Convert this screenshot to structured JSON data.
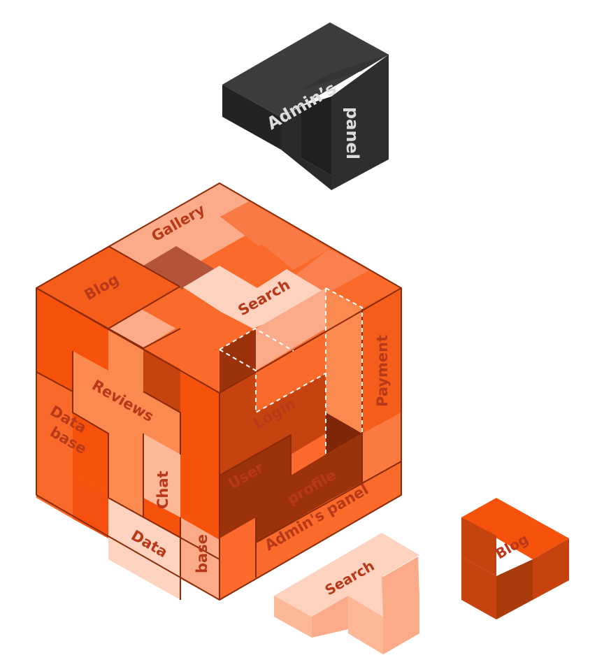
{
  "labels": {
    "admins_top": "Admin’s",
    "panel_vertical": "panel",
    "gallery": "Gallery",
    "blog": "Blog",
    "search": "Search",
    "payment": "Payment",
    "reviews": "Reviews",
    "data_left": "Data",
    "base_left": "base",
    "chat": "Chat",
    "data_bottom": "Data",
    "base_bottom": "base",
    "login": "Login",
    "user": "User",
    "profile": "profile",
    "admins_panel": "Admin's panel",
    "search_piece": "Search",
    "blog_piece": "Blog"
  },
  "colors": {
    "orange": "#f7520c",
    "orange_mid": "#fa6a2a",
    "orange_light": "#fb8a50",
    "peach": "#fbab89",
    "peach_light": "#fdd3c0",
    "rust": "#c6420f",
    "rust_dark": "#9b3209",
    "brown": "#7e2607",
    "dark_top": "#3c3c3c",
    "dark_side": "#2c2c2c",
    "dark_front": "#232323",
    "label_dark": "#b8391a",
    "label_light": "#dcdcdc"
  }
}
